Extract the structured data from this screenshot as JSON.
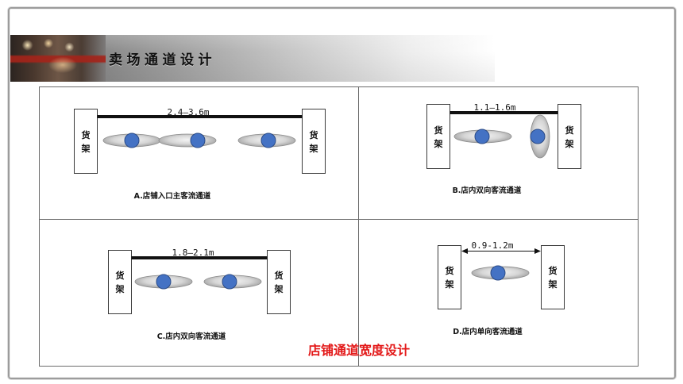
{
  "slide": {
    "title": "卖场通道设计",
    "footer_caption": "店铺通道宽度设计"
  },
  "shelf_label": {
    "top": "货",
    "bottom": "架"
  },
  "panels": {
    "a": {
      "width_label": "2.4—3.6m",
      "caption": "A.店铺入口主客流通道"
    },
    "b": {
      "width_label": "1.1—1.6m",
      "caption": "B.店内双向客流通道"
    },
    "c": {
      "width_label": "1.8—2.1m",
      "caption": "C.店内双向客流通道"
    },
    "d": {
      "width_label": "0.9-1.2m",
      "caption": "D.店内单向客流通道"
    }
  },
  "colors": {
    "footer_caption": "#e31a1a",
    "shopper_head": "#4472c4",
    "width_bar": "#111111"
  },
  "images": {
    "banner_photo": "store-interior-photo"
  }
}
